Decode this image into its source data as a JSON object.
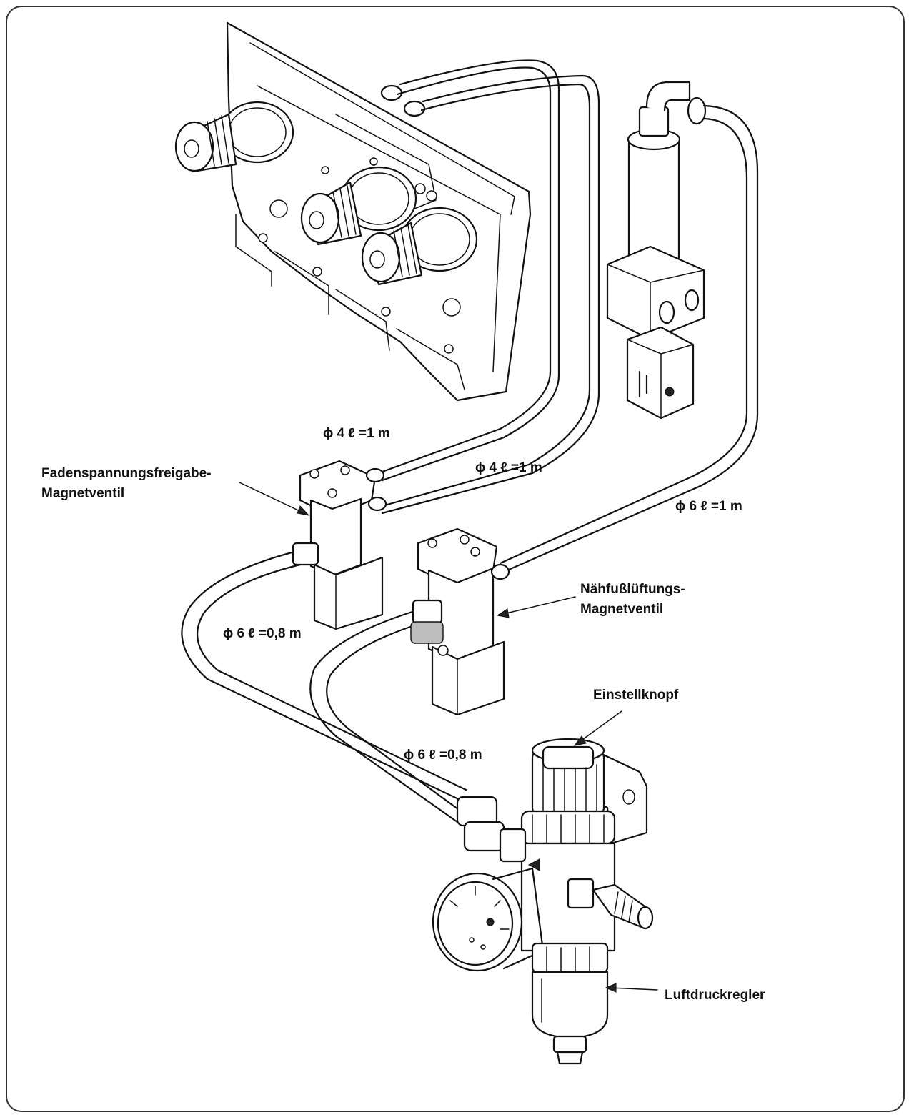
{
  "labels": {
    "thread_release_valve_line1": "Fadenspannungsfreigabe-",
    "thread_release_valve_line2": "Magnetventil",
    "presser_lift_valve_line1": "Nähfußlüftungs-",
    "presser_lift_valve_line2": "Magnetventil",
    "adjust_knob": "Einstellknopf",
    "air_regulator": "Luftdruckregler"
  },
  "tubes": {
    "tube_a": "ϕ 4  ℓ =1 m",
    "tube_b": "ϕ 4  ℓ =1 m",
    "tube_c": "ϕ 6  ℓ =1 m",
    "tube_d": "ϕ 6  ℓ =0,8 m",
    "tube_e": "ϕ 6  ℓ =0,8 m"
  },
  "colors": {
    "line": "#111111",
    "background": "#ffffff"
  }
}
